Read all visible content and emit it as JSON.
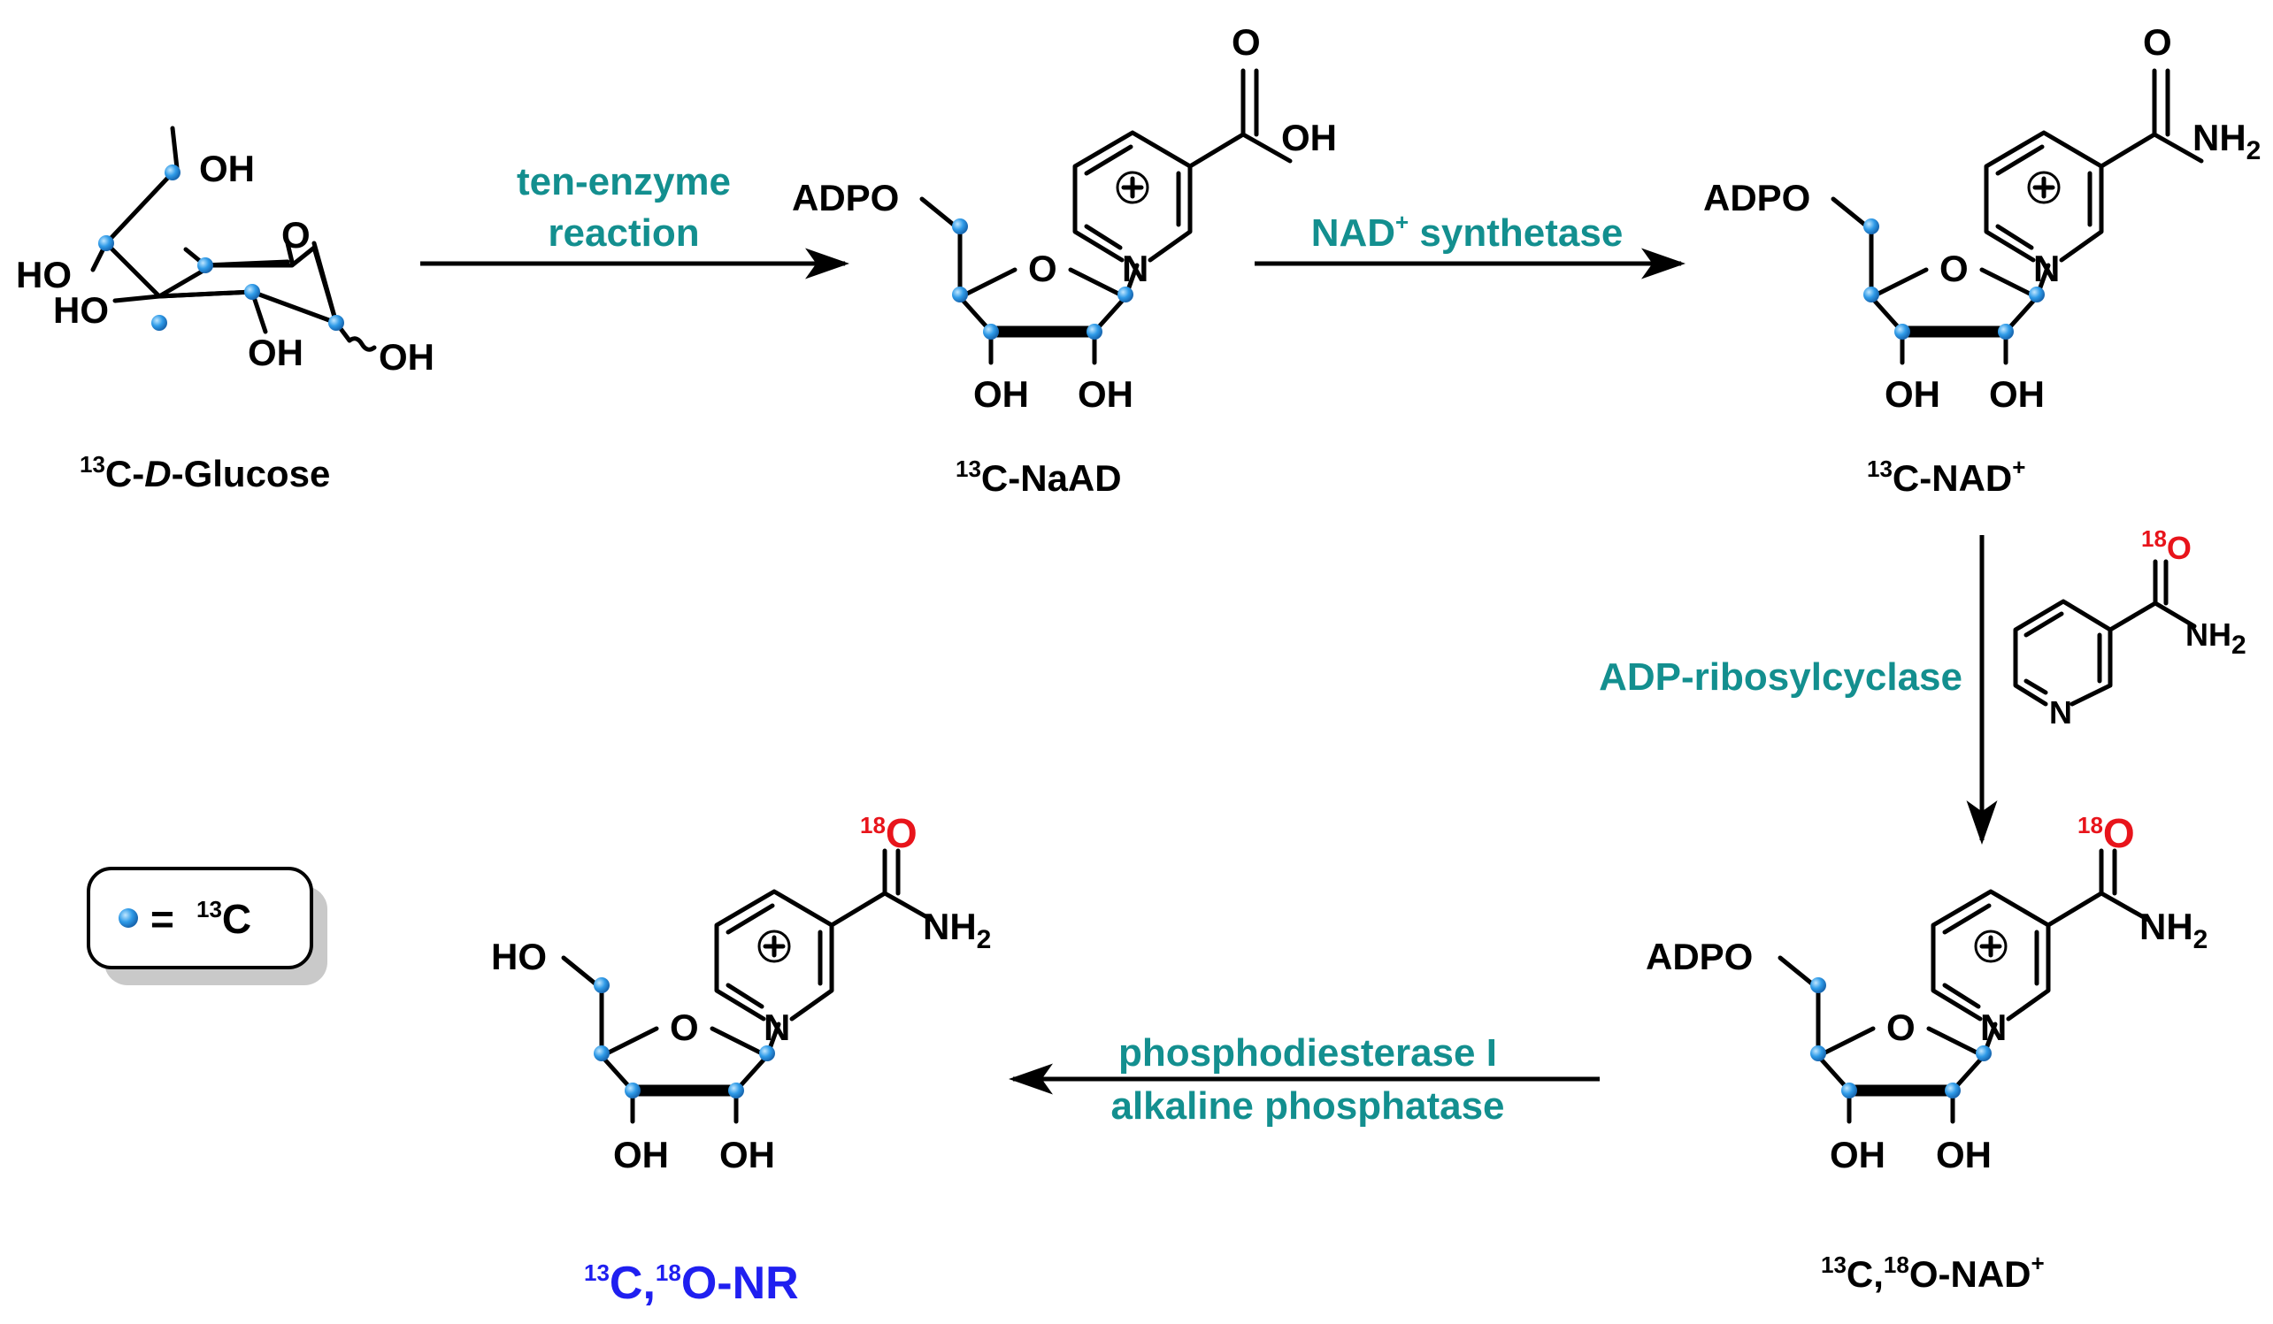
{
  "colors": {
    "label_marker": "#2f9be8",
    "isotope_o18": "#e8141b",
    "condition_text": "#138f8f",
    "final_product": "#1f1ff0"
  },
  "compounds": {
    "glucose": {
      "name_iso": "13",
      "name_pre": "C-",
      "name_ital": "D",
      "name_post": "-Glucose",
      "oh_top": "OH",
      "ho_left_top": "HO",
      "ho_left_bottom": "HO",
      "oh_bottom": "OH",
      "oh_anomeric": "OH",
      "ring_o": "O"
    },
    "naad": {
      "name_iso": "13",
      "name_main": "C-NaAD",
      "adpo": "ADPO",
      "acid_o": "O",
      "acid_oh": "OH",
      "n": "N",
      "ring_o": "O",
      "oh_left": "OH",
      "oh_right": "OH"
    },
    "nad": {
      "name_iso": "13",
      "name_main": "C-NAD",
      "name_charge": "+",
      "adpo": "ADPO",
      "amide_o": "O",
      "amide_nh": "NH",
      "amide_sub": "2",
      "n": "N",
      "ring_o": "O",
      "oh_left": "OH",
      "oh_right": "OH"
    },
    "nicotinamide": {
      "o_iso": "18",
      "o": "O",
      "nh": "NH",
      "nh_sub": "2",
      "n": "N"
    },
    "nad_o18": {
      "name_iso1": "13",
      "name_mid": "C,",
      "name_iso2": "18",
      "name_main": "O-NAD",
      "name_charge": "+",
      "adpo": "ADPO",
      "o_iso": "18",
      "o": "O",
      "nh": "NH",
      "nh_sub": "2",
      "n": "N",
      "ring_o": "O",
      "oh_left": "OH",
      "oh_right": "OH"
    },
    "nr": {
      "name_iso1": "13",
      "name_mid": "C,",
      "name_iso2": "18",
      "name_main": "O-NR",
      "ho": "HO",
      "o_iso": "18",
      "o": "O",
      "nh": "NH",
      "nh_sub": "2",
      "n": "N",
      "ring_o": "O",
      "oh_left": "OH",
      "oh_right": "OH"
    }
  },
  "reactions": {
    "step1_line1": "ten-enzyme",
    "step1_line2": "reaction",
    "step2_main": "NAD",
    "step2_sup": "+",
    "step2_rest": " synthetase",
    "step3": "ADP-ribosylcyclase",
    "step4_line1": "phosphodiesterase I",
    "step4_line2": "alkaline phosphatase"
  },
  "legend": {
    "equals": "=",
    "iso": "13",
    "element": "C"
  }
}
